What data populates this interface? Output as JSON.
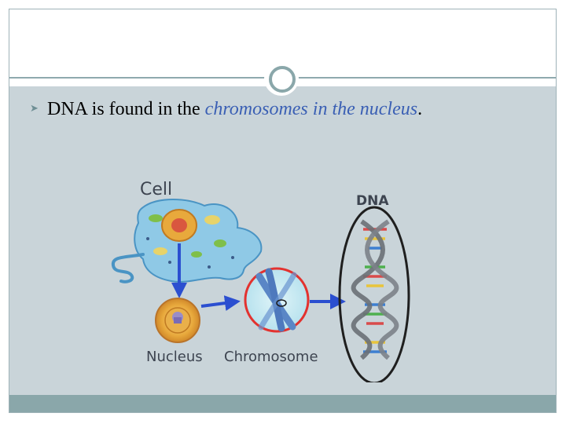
{
  "slide": {
    "bullet": {
      "icon": "bullet-glyph-icon",
      "plain": "DNA is found in the ",
      "highlight": "chromosomes in the nucleus",
      "end": "."
    },
    "figure": {
      "cell_label": "Cell",
      "dna_label": "DNA",
      "nucleus_label": "Nucleus",
      "chromosome_label": "Chromosome"
    }
  },
  "colors": {
    "highlight": "#3a5fb4",
    "body_band": "#c9d4d9",
    "footer_band": "#8aa7aa",
    "arrow": "#2b4fd0"
  }
}
